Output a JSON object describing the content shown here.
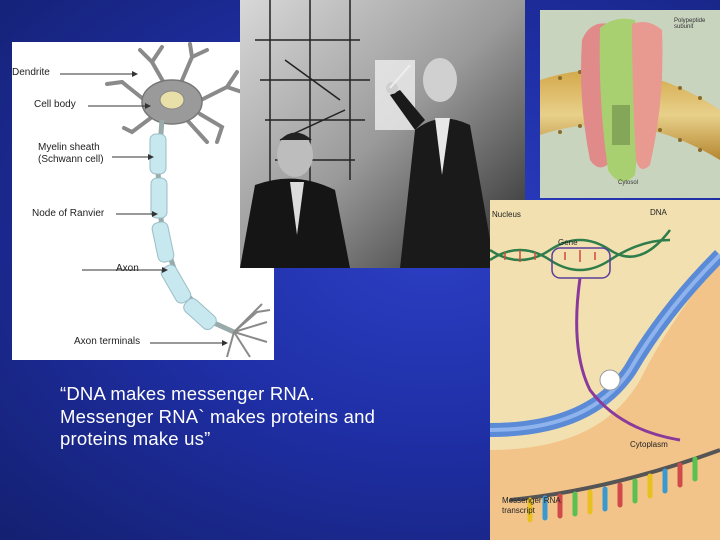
{
  "neuron": {
    "labels": {
      "dendrite": "Dendrite",
      "cell_body": "Cell body",
      "myelin_1": "Myelin sheath",
      "myelin_2": "(Schwann cell)",
      "node": "Node of Ranvier",
      "axon": "Axon",
      "terminals": "Axon terminals"
    }
  },
  "protein": {
    "labels": {
      "top": "Polypeptide subunit",
      "bottom": "Cytosol"
    }
  },
  "gene": {
    "labels": {
      "nucleus": "Nucleus",
      "dna": "DNA",
      "gene": "Gene",
      "cytoplasm": "Cytoplasm",
      "mrna": "Messenger RNA",
      "transcript": "transcript"
    }
  },
  "quote": "“DNA makes messenger RNA. Messenger RNA` makes proteins and proteins make us”"
}
